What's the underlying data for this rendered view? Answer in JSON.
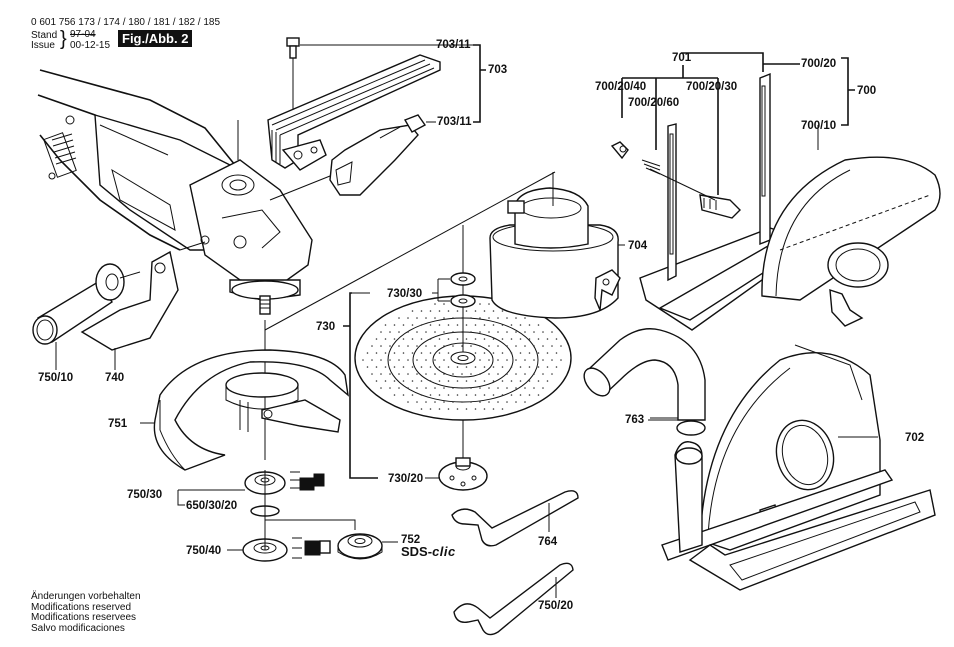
{
  "header": {
    "part_numbers": "0 601 756 173 / 174 / 180 / 181 / 182 / 185",
    "stand_label": "Stand",
    "issue_label": "Issue",
    "stand_value": "97-04",
    "issue_value": "00-12-15",
    "figure": "Fig./Abb. 2"
  },
  "parts": {
    "p703_11_top": "703/11",
    "p703": "703",
    "p703_11_bottom": "703/11",
    "p701": "701",
    "p700_20": "700/20",
    "p700_20_40": "700/20/40",
    "p700_20_60": "700/20/60",
    "p700_20_30": "700/20/30",
    "p700": "700",
    "p700_10": "700/10",
    "p704": "704",
    "p730_30": "730/30",
    "p730": "730",
    "p750_10": "750/10",
    "p740": "740",
    "p751": "751",
    "p763": "763",
    "p702": "702",
    "p730_20": "730/20",
    "p750_30": "750/30",
    "p650_30_20": "650/30/20",
    "p752": "752",
    "p764": "764",
    "p750_40": "750/40",
    "p750_20": "750/20"
  },
  "brand": {
    "sds": "SDS-",
    "clic": "clic"
  },
  "footer": {
    "lines": [
      "Änderungen vorbehalten",
      "Modifications reserved",
      "Modifications reservees",
      "Salvo modificaciones"
    ]
  }
}
